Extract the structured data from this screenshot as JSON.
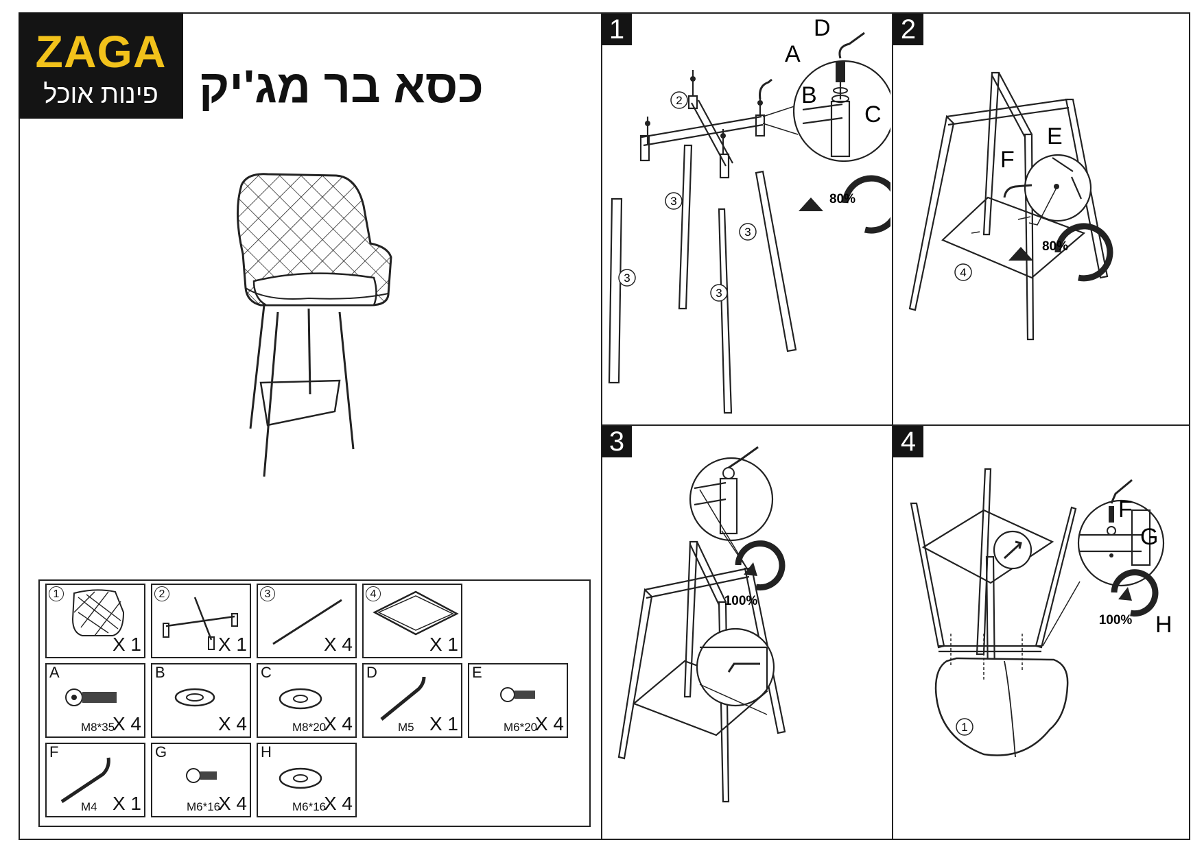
{
  "brand": {
    "name": "ZAGA",
    "tagline": "פינות אוכל",
    "color": "#f2c21b"
  },
  "title": "כסא בר מג'יק",
  "steps": [
    {
      "number": "1",
      "rotation": "80%"
    },
    {
      "number": "2",
      "rotation": "80%"
    },
    {
      "number": "3",
      "rotation": "100%"
    },
    {
      "number": "4",
      "rotation": "100%"
    }
  ],
  "callouts": {
    "step1": [
      "D",
      "A",
      "B",
      "C"
    ],
    "step2": [
      "E",
      "F"
    ],
    "step4": [
      "F",
      "G",
      "H"
    ]
  },
  "part_refs": {
    "seat": "1",
    "base": "2",
    "leg": "3",
    "footrest": "4"
  },
  "parts": [
    {
      "id": "1",
      "qty": "X 1",
      "spec": ""
    },
    {
      "id": "2",
      "qty": "X 1",
      "spec": ""
    },
    {
      "id": "3",
      "qty": "X 4",
      "spec": ""
    },
    {
      "id": "4",
      "qty": "X 1",
      "spec": ""
    },
    {
      "id": "A",
      "qty": "X 4",
      "spec": "M8*35"
    },
    {
      "id": "B",
      "qty": "X 4",
      "spec": ""
    },
    {
      "id": "C",
      "qty": "X 4",
      "spec": "M8*20"
    },
    {
      "id": "D",
      "qty": "X 1",
      "spec": "M5"
    },
    {
      "id": "E",
      "qty": "X 4",
      "spec": "M6*20"
    },
    {
      "id": "F",
      "qty": "X 1",
      "spec": "M4"
    },
    {
      "id": "G",
      "qty": "X 4",
      "spec": "M6*16"
    },
    {
      "id": "H",
      "qty": "X 4",
      "spec": "M6*16"
    }
  ]
}
